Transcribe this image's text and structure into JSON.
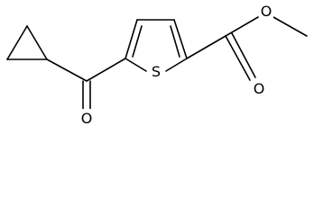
{
  "molecule": {
    "atoms": {
      "sulfur": "S",
      "ketone_oxygen": "O",
      "ester_carbonyl_oxygen": "O",
      "ester_ether_oxygen": "O"
    }
  },
  "colors": {
    "background": "#ffffff",
    "bond": "#000000",
    "label": "#000000"
  }
}
